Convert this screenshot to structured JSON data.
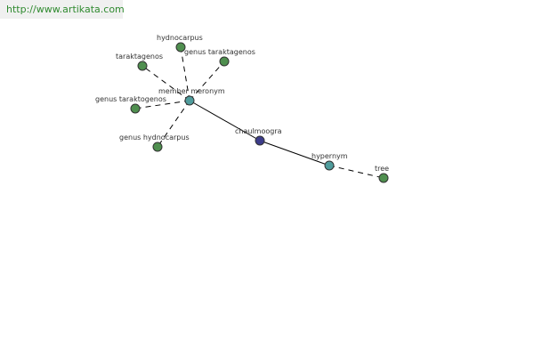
{
  "header": {
    "url": "http://www.artikata.com"
  },
  "colors": {
    "leaf_node": "#4f8f4f",
    "relation_node": "#4f9c9c",
    "center_node": "#3c3c8a",
    "node_stroke": "#333333",
    "edge": "#000000",
    "url_text": "#2f8a2f"
  },
  "graph": {
    "nodes": [
      {
        "id": "hydnocarpus",
        "label": "hydnocarpus",
        "kind": "leaf"
      },
      {
        "id": "genus-taraktagenos",
        "label": "genus taraktagenos",
        "kind": "leaf"
      },
      {
        "id": "taraktagenos",
        "label": "taraktagenos",
        "kind": "leaf"
      },
      {
        "id": "member-meronym",
        "label": "member meronym",
        "kind": "relation"
      },
      {
        "id": "genus-taraktogenos",
        "label": "genus taraktogenos",
        "kind": "leaf"
      },
      {
        "id": "genus-hydnocarpus",
        "label": "genus hydnocarpus",
        "kind": "leaf"
      },
      {
        "id": "chaulmoogra",
        "label": "chaulmoogra",
        "kind": "center"
      },
      {
        "id": "hypernym",
        "label": "hypernym",
        "kind": "relation"
      },
      {
        "id": "tree",
        "label": "tree",
        "kind": "leaf"
      }
    ],
    "edges": [
      {
        "from": "member-meronym",
        "to": "hydnocarpus",
        "style": "dashed"
      },
      {
        "from": "member-meronym",
        "to": "genus-taraktagenos",
        "style": "dashed"
      },
      {
        "from": "member-meronym",
        "to": "taraktagenos",
        "style": "dashed"
      },
      {
        "from": "member-meronym",
        "to": "genus-taraktogenos",
        "style": "dashed"
      },
      {
        "from": "member-meronym",
        "to": "genus-hydnocarpus",
        "style": "dashed"
      },
      {
        "from": "member-meronym",
        "to": "chaulmoogra",
        "style": "solid"
      },
      {
        "from": "chaulmoogra",
        "to": "hypernym",
        "style": "solid"
      },
      {
        "from": "hypernym",
        "to": "tree",
        "style": "dashed"
      }
    ]
  }
}
